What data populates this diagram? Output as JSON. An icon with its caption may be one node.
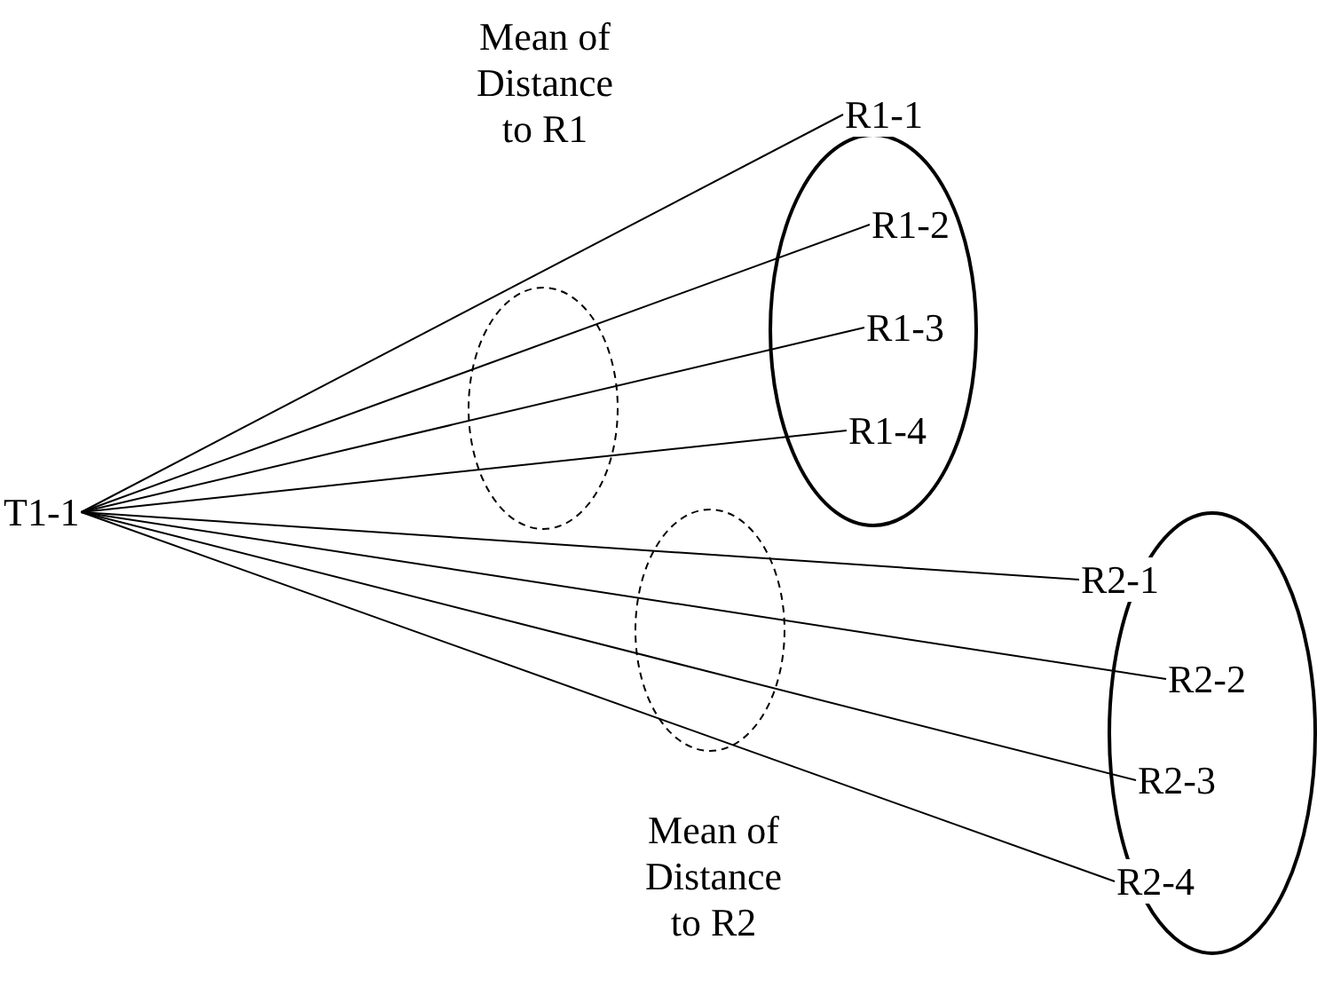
{
  "diagram": {
    "nodes": [
      {
        "text": [
          "T1-1"
        ]
      },
      {
        "text": [
          "R1-1"
        ]
      },
      {
        "text": [
          "R1-2"
        ]
      },
      {
        "text": [
          "R1-3"
        ]
      },
      {
        "text": [
          "R1-4"
        ]
      },
      {
        "text": [
          "R2-1"
        ]
      },
      {
        "text": [
          "R2-2"
        ]
      },
      {
        "text": [
          "R2-3"
        ]
      },
      {
        "text": [
          "R2-4"
        ]
      }
    ],
    "edges": [
      {
        "from": 0,
        "to": 1,
        "arrow": "none"
      },
      {
        "from": 0,
        "to": 2,
        "arrow": "none"
      },
      {
        "from": 0,
        "to": 3,
        "arrow": "none"
      },
      {
        "from": 0,
        "to": 4,
        "arrow": "none"
      },
      {
        "from": 0,
        "to": 5,
        "arrow": "none"
      },
      {
        "from": 0,
        "to": 6,
        "arrow": "none"
      },
      {
        "from": 0,
        "to": 7,
        "arrow": "none"
      },
      {
        "from": 0,
        "to": 8,
        "arrow": "none"
      }
    ],
    "labels": [
      "Mean of Distance to R1",
      "Mean of Distance to R2"
    ]
  }
}
